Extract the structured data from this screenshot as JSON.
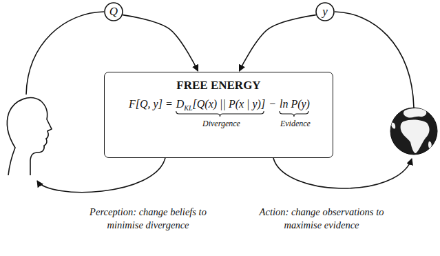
{
  "diagram": {
    "nodes": [
      {
        "text": [
          "Q"
        ]
      },
      {
        "text": [
          "y"
        ]
      },
      {
        "text": [
          "FREE ENERGY",
          "F[Q, y] =",
          "D",
          "KL",
          "[Q(x) || P(x | y)]",
          "−",
          "ln P(y)",
          "Divergence",
          "Evidence"
        ]
      }
    ],
    "edges": [
      {
        "from": 0,
        "to": 2,
        "arrow": "to"
      },
      {
        "from": 1,
        "to": 2,
        "arrow": "to"
      }
    ],
    "labels": [
      "Perception: change beliefs to minimise divergence",
      "Action: change observations to maximise evidence"
    ]
  }
}
